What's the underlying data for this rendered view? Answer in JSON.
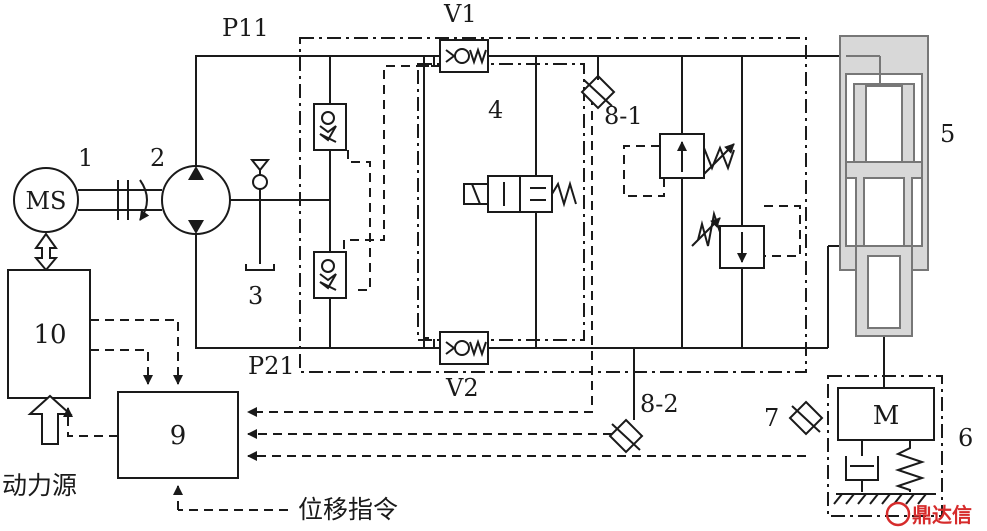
{
  "labels": {
    "p11": "P11",
    "p21": "P21",
    "v1": "V1",
    "v2": "V2",
    "motor": "MS",
    "n1": "1",
    "n2": "2",
    "n3": "3",
    "n4": "4",
    "n5": "5",
    "n6": "6",
    "n7": "7",
    "n8_1": "8-1",
    "n8_2": "8-2",
    "controller": "9",
    "driver": "10",
    "mass": "M",
    "power_source": "动力源",
    "displacement_cmd": "位移指令"
  },
  "watermark": {
    "text": "鼎达信",
    "color": "#d62b2b"
  }
}
